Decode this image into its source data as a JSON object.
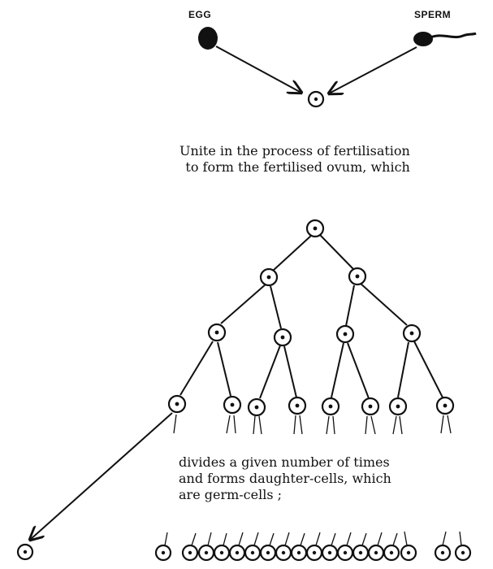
{
  "labels": {
    "egg": "EGG",
    "sperm": "SPERM"
  },
  "captions": {
    "fertilisation_line1": "Unite in the process of fertilisation",
    "fertilisation_line2": "to form the fertilised ovum, which",
    "division_line1": "divides a given number of times",
    "division_line2": "and forms daughter-cells, which",
    "division_line3": "are germ-cells ;"
  },
  "colors": {
    "ink": "#111111",
    "paper": "#ffffff"
  }
}
